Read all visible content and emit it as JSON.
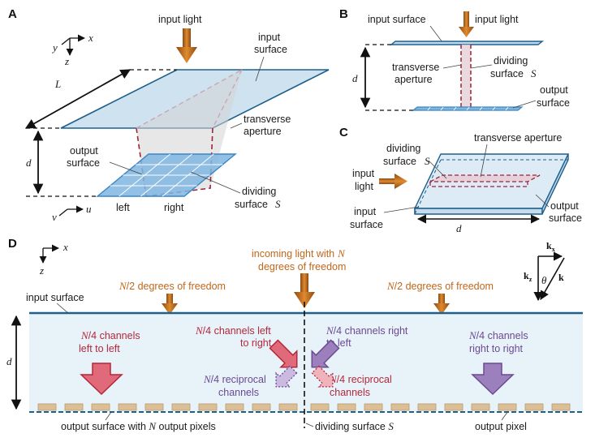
{
  "panels": {
    "a": "A",
    "b": "B",
    "c": "C",
    "d": "D"
  },
  "panel_a": {
    "input_light": "input light",
    "input_surface_1": "input",
    "input_surface_2": "surface",
    "transverse_1": "transverse",
    "transverse_2": "aperture",
    "output_surface_1": "output",
    "output_surface_2": "surface",
    "dividing_1": "dividing",
    "dividing_2": "surface",
    "dividing_sym": "S",
    "left": "left",
    "right": "right",
    "L": "L",
    "d": "d",
    "axis_x": "x",
    "axis_y": "y",
    "axis_z": "z",
    "axis_u": "u",
    "axis_v": "v"
  },
  "panel_b": {
    "input_surface": "input surface",
    "input_light": "input light",
    "transverse_1": "transverse",
    "transverse_2": "aperture",
    "dividing_1": "dividing",
    "dividing_2": "surface",
    "dividing_sym": "S",
    "output_1": "output",
    "output_2": "surface",
    "d": "d"
  },
  "panel_c": {
    "dividing_1": "dividing",
    "dividing_2": "surface",
    "dividing_sym": "S",
    "transverse": "transverse aperture",
    "input_light_1": "input",
    "input_light_2": "light",
    "input_surface_1": "input",
    "input_surface_2": "surface",
    "output_1": "output",
    "output_2": "surface",
    "d": "d"
  },
  "panel_d": {
    "axis_x": "x",
    "axis_z": "z",
    "incoming_1": "incoming light with",
    "incoming_N": "N",
    "incoming_2": "degrees of freedom",
    "half_left_N": "N",
    "half_left": "/2 degrees of freedom",
    "half_right_N": "N",
    "half_right": "/2 degrees of freedom",
    "input_surface": "input surface",
    "d": "d",
    "ll_N": "N",
    "ll_1": "/4 channels",
    "ll_2": "left to left",
    "lr_N": "N",
    "lr_1": "/4 channels left",
    "lr_2": "to right",
    "rl_N": "N",
    "rl_1": "/4 channels right",
    "rl_2": "to left",
    "rr_N": "N",
    "rr_1": "/4 channels",
    "rr_2": "right to right",
    "recip_l_N": "N",
    "recip_l_1": "/4 reciprocal",
    "recip_l_2": "channels",
    "recip_r_N": "N",
    "recip_r_1": "/4 reciprocal",
    "recip_r_2": "channels",
    "out_surface_1": "output surface with ",
    "out_surface_N": "N",
    "out_surface_2": " output pixels",
    "dividing": "dividing surface ",
    "dividing_sym": "S",
    "output_pixel": "output pixel",
    "kx": "k",
    "kx_sub": "x",
    "kz": "k",
    "kz_sub": "z",
    "k": "k",
    "theta": "θ"
  },
  "colors": {
    "accent_orange": "#c0671a",
    "channel_red": "#b3283a",
    "channel_purple": "#6b4a91",
    "surface_blue": "#1f5f8b",
    "slab_fill": "#e7f2f9"
  }
}
